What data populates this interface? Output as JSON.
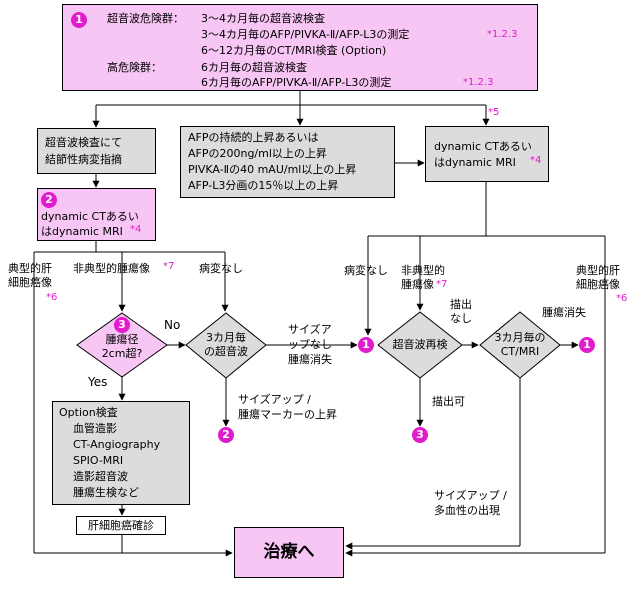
{
  "colors": {
    "pink": "#f8c6f4",
    "gray": "#dcdcdc",
    "magenta": "#e01ccc"
  },
  "box1": {
    "badge": "1",
    "group1_label": "超音波危険群：",
    "lines": [
      "3～4カ月毎の超音波検査",
      "3～4カ月毎のAFP/PIVKA-Ⅱ/AFP-L3の測定",
      "6～12カ月毎のCT/MRI検査 (Option)",
      "6カ月毎の超音波検査",
      "6カ月毎のAFP/PIVKA-Ⅱ/AFP-L3の測定"
    ],
    "group2_label": "高危険群：",
    "note_a": "*1.2.3",
    "note_b": "*1.2.3"
  },
  "note5": "*5",
  "us_nodule": [
    "超音波検査にて",
    "結節性病変指摘"
  ],
  "afp_box": [
    "AFPの持続的上昇あるいは",
    "AFPの200ng/ml以上の上昇",
    "PIVKA-Ⅱの40 mAU/ml以上の上昇",
    "AFP-L3分画の15％以上の上昇"
  ],
  "dyn_right": {
    "line1": "dynamic CTあるい",
    "line2": "はdynamic MRI",
    "note": "*4"
  },
  "dyn_left": {
    "badge": "2",
    "line1": "dynamic CTあるい",
    "line2": "はdynamic MRI",
    "note": "*4"
  },
  "left_labels": {
    "typical": [
      "典型的肝",
      "細胞癌像"
    ],
    "typical_note": "*6",
    "atypical": "非典型的腫瘍像",
    "atypical_note": "*7",
    "none": "病変なし"
  },
  "right_labels": {
    "none": "病変なし",
    "atypical": [
      "非典型的",
      "腫瘍像"
    ],
    "atypical_note": "*7",
    "typical": [
      "典型的肝",
      "細胞癌像"
    ],
    "typical_note": "*6"
  },
  "diamond3": {
    "badge": "3",
    "line1": "腫瘍径",
    "line2": "2cm超?"
  },
  "no_label": "No",
  "yes_label": "Yes",
  "diamond_us3": [
    "3カ月毎",
    "の超音波"
  ],
  "size_label": [
    "サイズア",
    "ップなし",
    "腫瘍消失"
  ],
  "marker_label": [
    "サイズアップ /",
    "腫瘍マーカーの上昇"
  ],
  "marker_badge": "2",
  "option_box": [
    "Option検査",
    "血管造影",
    "CT-Angiography",
    "SPIO-MRI",
    "造影超音波",
    "腫瘍生検など"
  ],
  "confirm": "肝細胞癌確診",
  "diamond_reus": "超音波再検",
  "not_visible": [
    "描出",
    "なし"
  ],
  "visible": "描出可",
  "visible_badge": "3",
  "diamond_ct3": [
    "3カ月毎の",
    "CT/MRI"
  ],
  "tumor_gone": "腫瘍消失",
  "badge_end": "1",
  "badge_mid": "1",
  "size_vascular": [
    "サイズアップ /",
    "多血性の出現"
  ],
  "treatment": "治療へ"
}
